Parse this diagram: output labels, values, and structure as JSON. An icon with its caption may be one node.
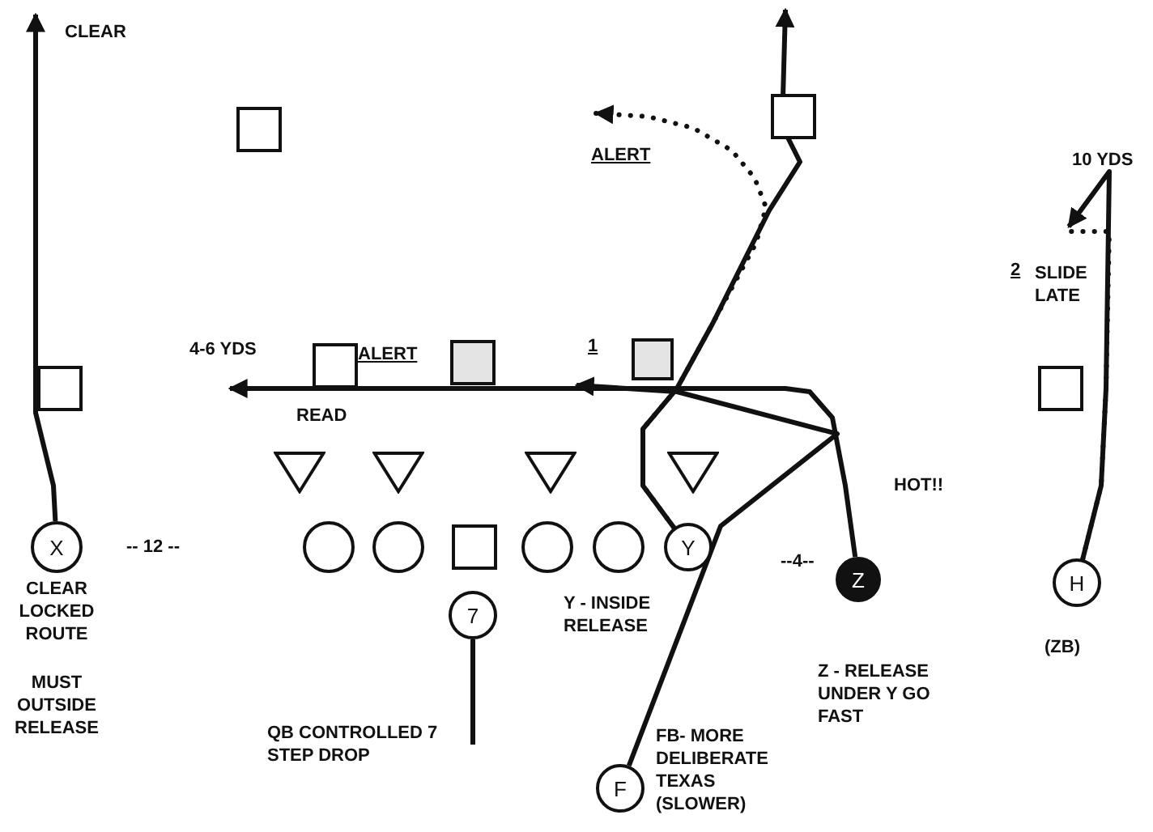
{
  "diagram": {
    "nodes": [
      {
        "text": [],
        "shape": "box"
      },
      {
        "text": [],
        "shape": "box"
      },
      {
        "text": [],
        "shape": "box"
      },
      {
        "text": [],
        "shape": "box"
      },
      {
        "text": [],
        "shape": "box"
      },
      {
        "text": [],
        "shape": "box"
      },
      {
        "text": [],
        "shape": "box"
      },
      {
        "text": [],
        "shape": "triangle"
      },
      {
        "text": [],
        "shape": "triangle"
      },
      {
        "text": [],
        "shape": "triangle"
      },
      {
        "text": [],
        "shape": "triangle"
      },
      {
        "text": [
          "X"
        ],
        "beside": [
          "CLEAR LOCKED ROUTE",
          "MUST OUTSIDE RELEASE"
        ]
      },
      {
        "text": [],
        "shape": "circle"
      },
      {
        "text": [],
        "shape": "circle"
      },
      {
        "text": [],
        "shape": "box"
      },
      {
        "text": [],
        "shape": "circle"
      },
      {
        "text": [],
        "shape": "circle"
      },
      {
        "text": [
          "Y"
        ],
        "beside": [
          "Y - INSIDE RELEASE"
        ]
      },
      {
        "text": [
          "Z"
        ],
        "beside": [
          "Z - RELEASE UNDER Y GO FAST"
        ]
      },
      {
        "text": [
          "H"
        ],
        "beside": [
          "(ZB)"
        ]
      },
      {
        "text": [
          "7"
        ]
      },
      {
        "text": [
          "F"
        ],
        "beside": [
          "FB- MORE DELIBERATE TEXAS (SLOWER)"
        ]
      }
    ],
    "edges": [
      {
        "from": 11,
        "to": null,
        "arrow": "to"
      },
      {
        "from": 20,
        "to": null,
        "arrow": "none"
      },
      {
        "from": 17,
        "to": null,
        "arrow": "to",
        "style": "dashed"
      },
      {
        "from": 17,
        "to": null,
        "arrow": "to"
      },
      {
        "from": 18,
        "to": null,
        "arrow": "to"
      },
      {
        "from": 21,
        "to": null,
        "arrow": "to"
      },
      {
        "from": 19,
        "to": null,
        "arrow": "none",
        "style": "dashed"
      },
      {
        "from": 19,
        "to": null,
        "arrow": "to"
      }
    ],
    "labels": [
      "CLEAR",
      "ALERT",
      "10 YDS",
      "2",
      "SLIDE LATE",
      "4-6 YDS",
      "ALERT",
      "1",
      "READ",
      "HOT!!",
      "-- 12 --",
      "--4--",
      "QB CONTROLLED 7 STEP DROP"
    ]
  }
}
